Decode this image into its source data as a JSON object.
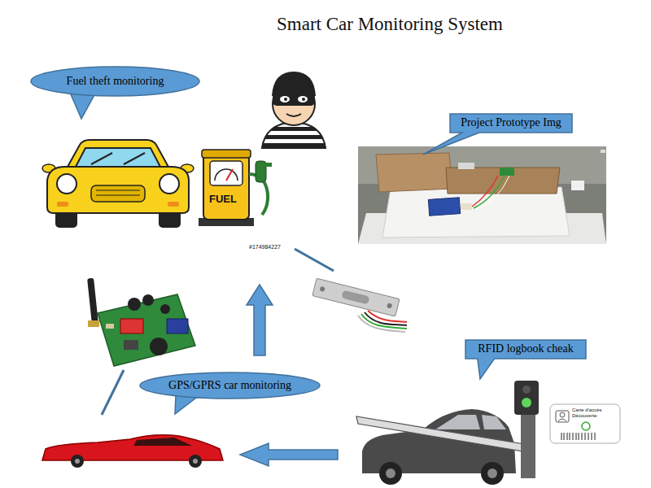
{
  "diagram": {
    "title": "Smart Car Monitoring System",
    "nodes": [
      {
        "text": [
          "Fuel theft monitoring"
        ]
      },
      {
        "text": [
          "Project Prototype Img"
        ]
      },
      {
        "text": [
          "GPS/GPRS car monitoring"
        ]
      },
      {
        "text": [
          "RFID logbook cheak"
        ]
      }
    ],
    "labels": [
      "FUEL",
      "#174984227",
      "Carte d'accès Découverte"
    ]
  }
}
